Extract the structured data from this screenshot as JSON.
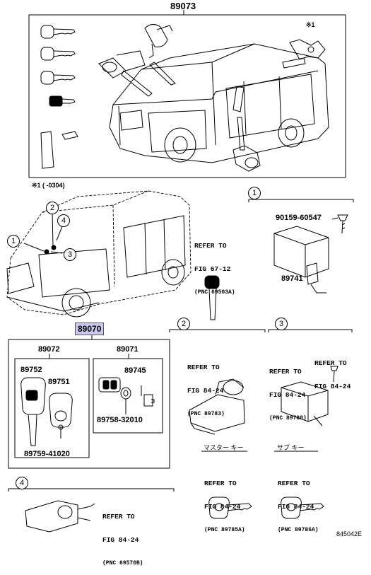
{
  "top_box": {
    "part_no": "89073",
    "footnote_marker": "※1",
    "footnote": "※1 (      -0304)"
  },
  "callouts": {
    "one": "1",
    "two": "2",
    "three": "3",
    "four": "4"
  },
  "refer_main": {
    "line1": "REFER TO",
    "line2": "FIG 67-12",
    "line3": "(PNC 69503A)"
  },
  "section1": {
    "circle": "1",
    "part_a": "90159-60547",
    "part_b": "89741"
  },
  "kit": {
    "part_no": "89070",
    "left": {
      "part_no": "89072",
      "item_a": "89752",
      "item_b": "89751",
      "item_c": "89759-41020"
    },
    "right": {
      "part_no": "89071",
      "item_a": "89745",
      "item_b": "89758-32010"
    }
  },
  "section2": {
    "circle": "2",
    "line1": "REFER TO",
    "line2": "FIG 84-24",
    "line3": "(PNC 89783)"
  },
  "section3": {
    "circle": "3",
    "ref_a_line1": "REFER TO",
    "ref_a_line2": "FIG 84-24",
    "ref_b_line1": "REFER TO",
    "ref_b_line2": "FIG 84-24",
    "ref_b_line3": "(PNC 89780)"
  },
  "master_key": {
    "label": "マスター キー",
    "line1": "REFER TO",
    "line2": "FIG 84-24",
    "line3": "(PNC 89785A)"
  },
  "sub_key": {
    "label": "サブ キー",
    "line1": "REFER TO",
    "line2": "FIG 84-24",
    "line3": "(PNC 89786A)"
  },
  "section4": {
    "circle": "4",
    "line1": "REFER TO",
    "line2": "FIG 84-24",
    "line3": "(PNC 69570B)"
  },
  "figure_id": "845042E"
}
